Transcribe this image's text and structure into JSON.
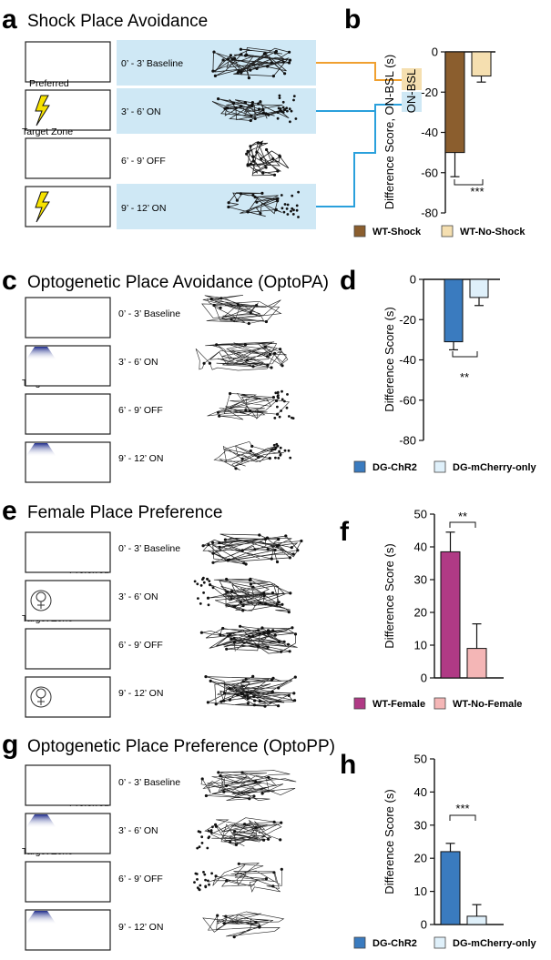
{
  "panels": [
    {
      "letter": "a",
      "title": "Shock Place Avoidance"
    },
    {
      "letter": "c",
      "title": "Optogenetic Place Avoidance (OptoPA)"
    },
    {
      "letter": "e",
      "title": "Female Place Preference"
    },
    {
      "letter": "g",
      "title": "Optogenetic Place Preference (OptoPP)"
    }
  ],
  "chart_letters": [
    "b",
    "d",
    "f",
    "h"
  ],
  "period_labels": [
    "0’ - 3’ Baseline",
    "3’ - 6’ ON",
    "6’ - 9’ OFF",
    "9’ - 12’ ON"
  ],
  "zone_labels": {
    "preferred": "Preferred",
    "target": "Target Zone"
  },
  "bracket_label": "ON-BSL",
  "colors": {
    "highlight": "#cfe8f5",
    "orange": "#f0a030",
    "blue": "#2aa0dc",
    "wt_shock": "#8b5e2e",
    "wt_noshock": "#f5dfb0",
    "chr2": "#3a7bbf",
    "mcherry": "#dff0fa",
    "wt_female": "#b03a85",
    "wt_nofemale": "#f4b6b6"
  },
  "icons": {
    "shock": "lightning-icon",
    "light": "blue-light-icon",
    "female": "female-symbol-icon"
  },
  "chart_data": [
    {
      "type": "bar",
      "ylabel": "Difference Score, ON-BSL (s)",
      "ylim": [
        -80,
        0
      ],
      "yticks": [
        0,
        -20,
        -40,
        -60,
        -80
      ],
      "categories": [
        "WT-Shock",
        "WT-No-Shock"
      ],
      "values": [
        -50,
        -12
      ],
      "errors": [
        12,
        3
      ],
      "significance": "***",
      "legend": [
        "WT-Shock",
        "WT-No-Shock"
      ]
    },
    {
      "type": "bar",
      "ylabel": "Difference Score (s)",
      "ylim": [
        -80,
        0
      ],
      "yticks": [
        0,
        -20,
        -40,
        -60,
        -80
      ],
      "categories": [
        "DG-ChR2",
        "DG-mCherry-only"
      ],
      "values": [
        -31,
        -9
      ],
      "errors": [
        4,
        4
      ],
      "significance": "**",
      "legend": [
        "DG-ChR2",
        "DG-mCherry-only"
      ]
    },
    {
      "type": "bar",
      "ylabel": "Difference Score (s)",
      "ylim": [
        0,
        50
      ],
      "yticks": [
        0,
        10,
        20,
        30,
        40,
        50
      ],
      "categories": [
        "WT-Female",
        "WT-No-Female"
      ],
      "values": [
        38.5,
        9
      ],
      "errors": [
        6,
        7.5
      ],
      "significance": "**",
      "legend": [
        "WT-Female",
        "WT-No-Female"
      ]
    },
    {
      "type": "bar",
      "ylabel": "Difference Score (s)",
      "ylim": [
        0,
        50
      ],
      "yticks": [
        0,
        10,
        20,
        30,
        40,
        50
      ],
      "categories": [
        "DG-ChR2",
        "DG-mCherry-only"
      ],
      "values": [
        22,
        2.5
      ],
      "errors": [
        2.5,
        3.5
      ],
      "significance": "***",
      "legend": [
        "DG-ChR2",
        "DG-mCherry-only"
      ]
    }
  ]
}
